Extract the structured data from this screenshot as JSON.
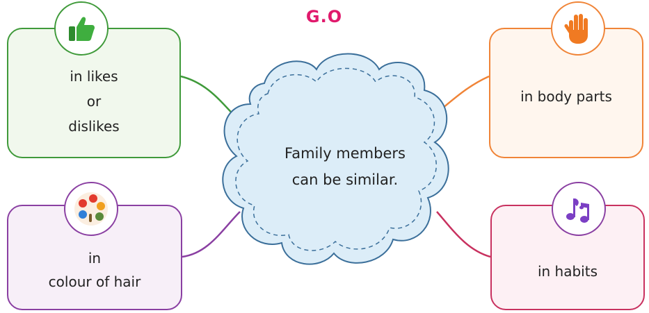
{
  "title": "G.O",
  "center": {
    "line1": "Family members",
    "line2": "can be similar."
  },
  "nodes": {
    "likes": {
      "icon": "thumbs-up-icon",
      "line1": "in likes",
      "line2": "or",
      "line3": "dislikes",
      "color": "#3f9a3a"
    },
    "body_parts": {
      "icon": "hand-icon",
      "line1": "in body parts",
      "color": "#f08437"
    },
    "hair": {
      "icon": "paint-palette-icon",
      "line1": "in",
      "line2": "colour of hair",
      "color": "#8a3fa2"
    },
    "habits": {
      "icon": "music-notes-icon",
      "line1": "in habits",
      "color": "#c8315f"
    }
  }
}
